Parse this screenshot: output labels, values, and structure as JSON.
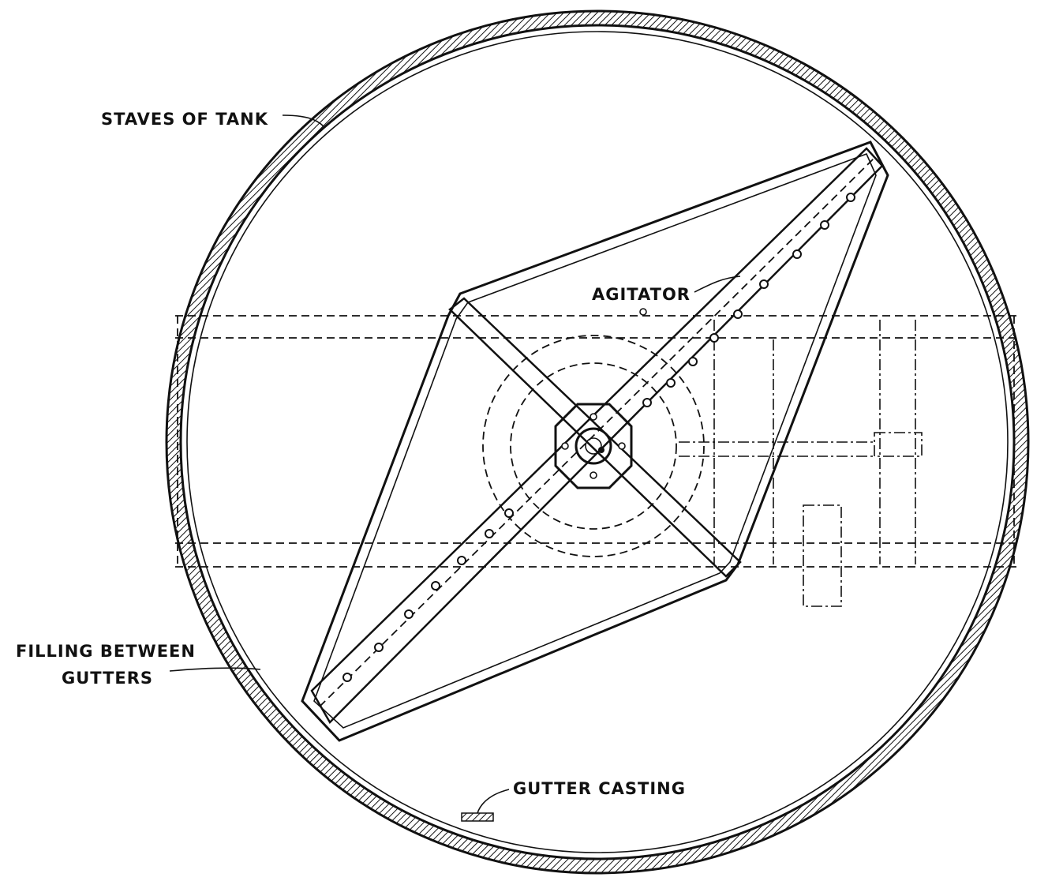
{
  "title": "Tank with agitator - plan view",
  "labels": {
    "staves": "STAVES OF TANK",
    "agitator": "AGITATOR",
    "filling_line1": "FILLING BETWEEN",
    "filling_line2": "GUTTERS",
    "gutter": "GUTTER CASTING"
  }
}
